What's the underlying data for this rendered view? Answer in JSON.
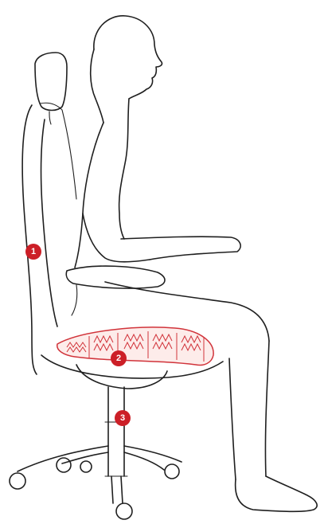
{
  "diagram": {
    "markers": [
      {
        "label": "1"
      },
      {
        "label": "2"
      },
      {
        "label": "3"
      }
    ],
    "colors": {
      "marker": "#cc1f27",
      "cushion_stroke": "#d1333a",
      "cushion_fill": "#fdecea",
      "line": "#1f1f1f",
      "background": "#ffffff"
    }
  }
}
